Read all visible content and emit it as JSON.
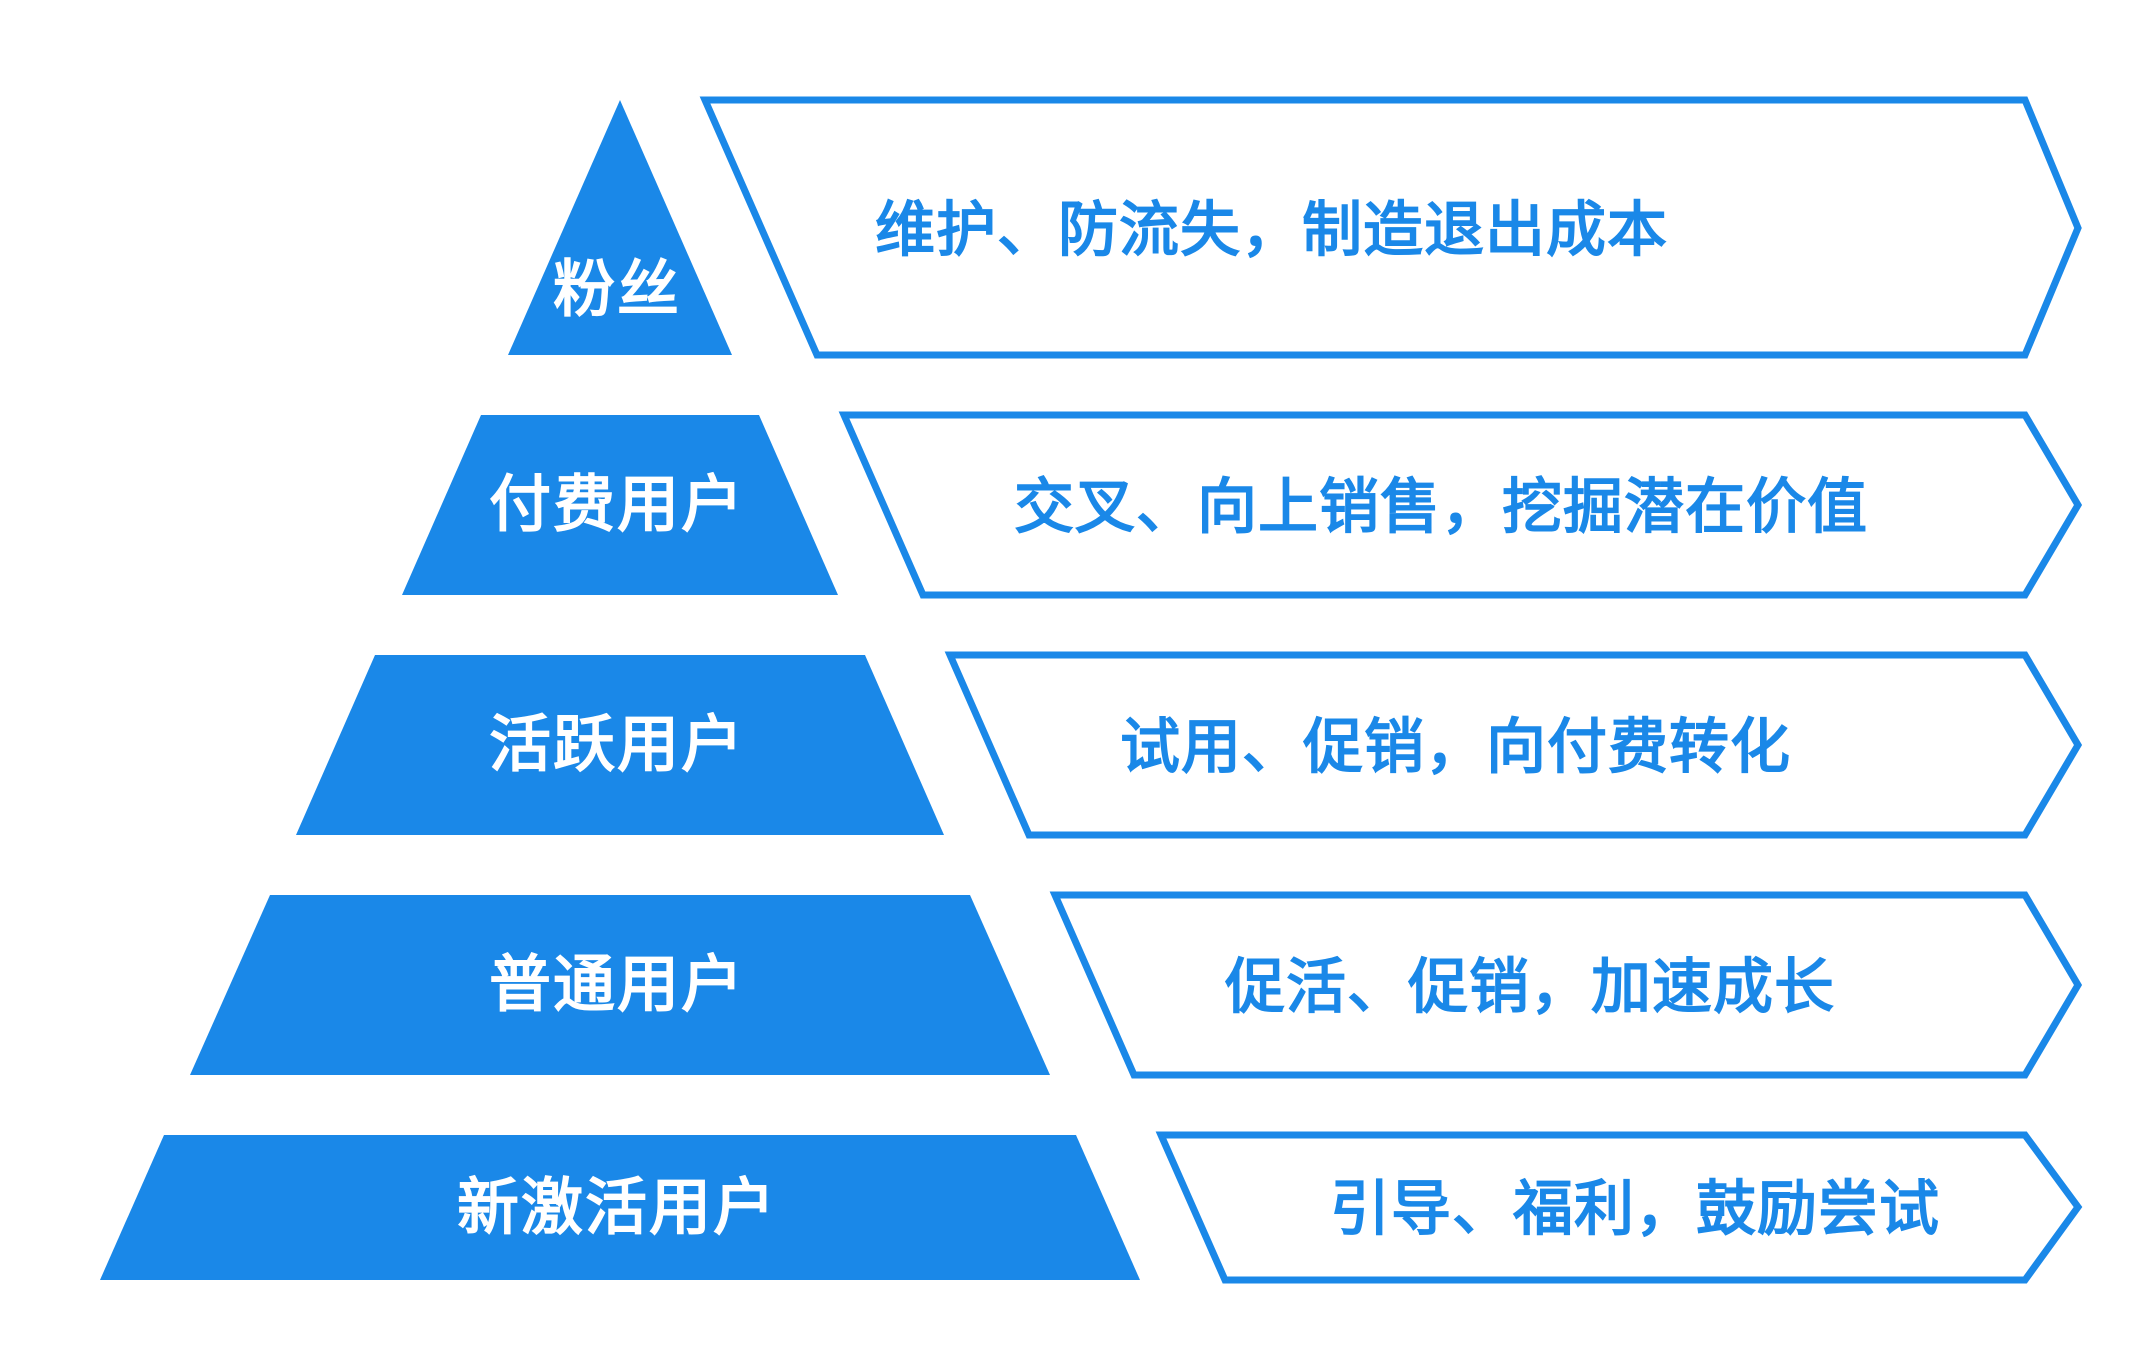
{
  "colors": {
    "accent": "#1a88e8",
    "label_text": "#ffffff",
    "background": "#ffffff"
  },
  "diagram": {
    "type": "pyramid",
    "title": "",
    "levels": [
      {
        "label": "粉丝",
        "note": "维护、防流失，制造退出成本"
      },
      {
        "label": "付费用户",
        "note": "交叉、向上销售，挖掘潜在价值"
      },
      {
        "label": "活跃用户",
        "note": "试用、促销，向付费转化"
      },
      {
        "label": "普通用户",
        "note": "促活、促销，加速成长"
      },
      {
        "label": "新激活用户",
        "note": "引导、福利，鼓励尝试"
      }
    ]
  }
}
